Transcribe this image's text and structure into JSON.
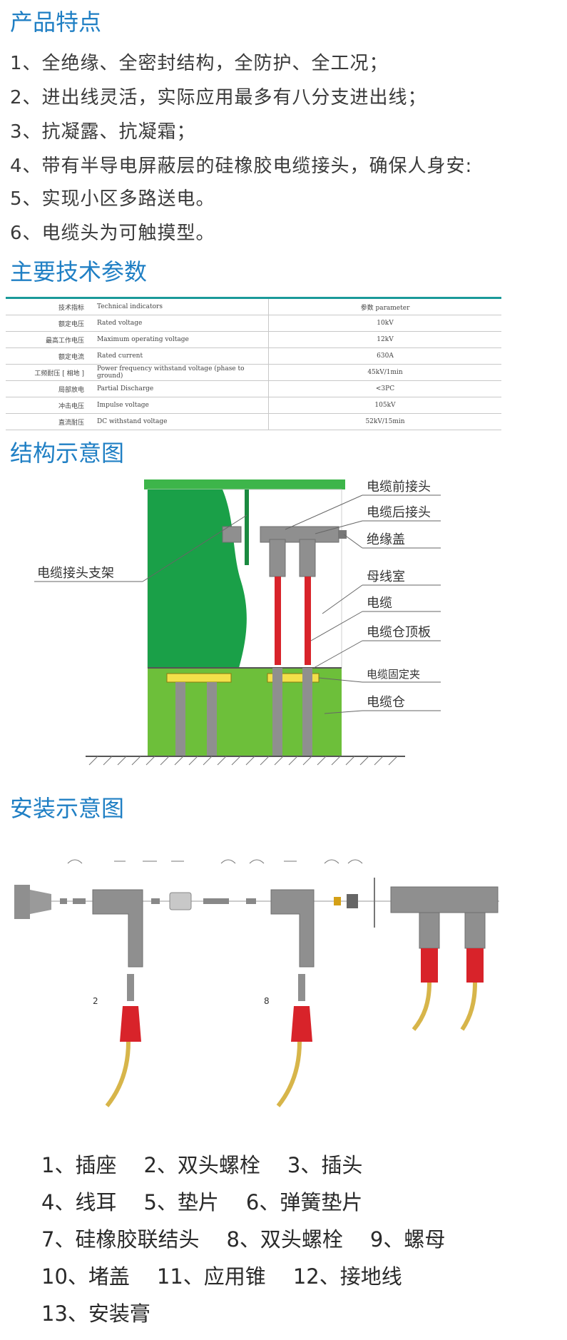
{
  "features": {
    "heading": "产品特点",
    "items": [
      "1、全绝缘、全密封结构，全防护、全工况；",
      "2、进出线灵活，实际应用最多有八分支进出线；",
      "3、抗凝露、抗凝霜；",
      "4、带有半导电屏蔽层的硅橡胶电缆接头，确保人身安:",
      "5、实现小区多路送电。",
      "6、电缆头为可触摸型。"
    ]
  },
  "params": {
    "heading": "主要技术参数",
    "header": {
      "zh": "技术指标",
      "en": "Technical indicators",
      "value": "参数 parameter"
    },
    "rows": [
      {
        "zh": "额定电压",
        "en": "Rated voltage",
        "value": "10kV"
      },
      {
        "zh": "最高工作电压",
        "en": "Maximum operating voltage",
        "value": "12kV"
      },
      {
        "zh": "额定电流",
        "en": "Rated current",
        "value": "630A"
      },
      {
        "zh": "工频耐压 [ 相地 ]",
        "en": "Power frequency withstand voltage (phase to ground)",
        "value": "45kV/1min"
      },
      {
        "zh": "局部放电",
        "en": "Partial Discharge",
        "value": "<3PC"
      },
      {
        "zh": "冲击电压",
        "en": "Impulse voltage",
        "value": "105kV"
      },
      {
        "zh": "直流耐压",
        "en": "DC withstand voltage",
        "value": "52kV/15min"
      }
    ]
  },
  "structure": {
    "heading": "结构示意图",
    "labels": {
      "front_joint": "电缆前接头",
      "rear_joint": "电缆后接头",
      "insulating_cap": "绝缘盖",
      "busbar_room": "母线室",
      "cable": "电缆",
      "top_plate": "电缆仓顶板",
      "fixing_clamp": "电缆固定夹",
      "cable_room": "电缆仓",
      "support": "电缆接头支架"
    }
  },
  "install": {
    "heading": "安装示意图",
    "legend": [
      [
        "1、插座",
        "2、双头螺栓",
        "3、插头"
      ],
      [
        "4、线耳",
        "5、垫片",
        "6、弹簧垫片"
      ],
      [
        "7、硅橡胶联结头",
        "8、双头螺栓",
        "9、螺母"
      ],
      [
        "10、堵盖",
        "11、应用锥",
        "12、接地线"
      ],
      [
        "13、安装膏"
      ]
    ],
    "marks": {
      "left_assembly": "2",
      "middle_assembly": "8"
    }
  },
  "colors": {
    "heading": "#1f7fc4",
    "cabinet_green": "#1aa048",
    "cabinet_roof": "#3db54a",
    "cable_room": "#6dbf3a",
    "cable_red": "#d8232a",
    "connector_gray": "#8f8f8f",
    "table_rule": "#1a9a9a"
  }
}
